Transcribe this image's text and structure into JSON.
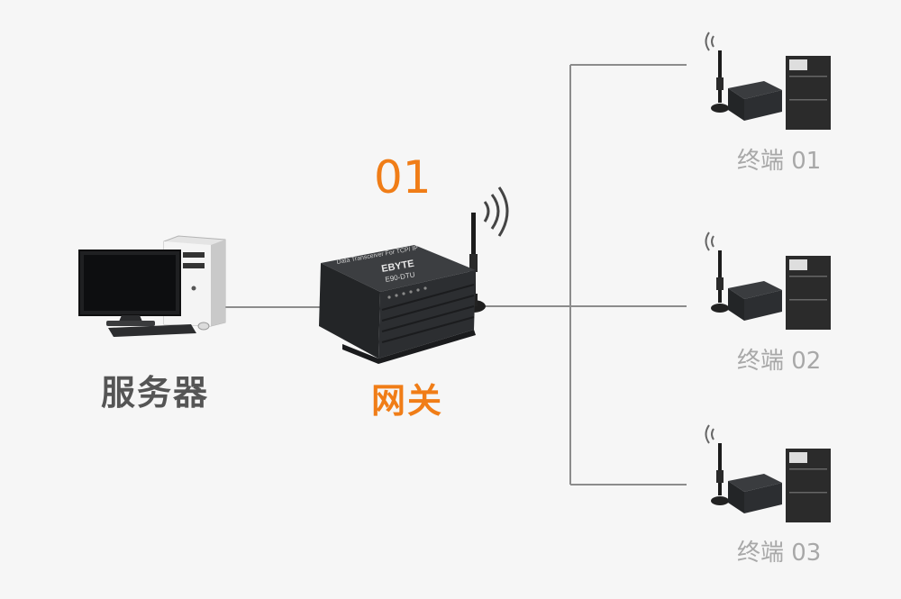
{
  "colors": {
    "background": "#f6f6f6",
    "line": "#8c8c8c",
    "gateway_accent": "#f07d17",
    "server_text": "#555555",
    "terminal_text": "#a8a8a8",
    "device_body": "#2f3133"
  },
  "server": {
    "label": "服务器"
  },
  "gateway": {
    "number": "01",
    "label": "网关",
    "device_brand": "EBYTE",
    "device_model": "E90-DTU",
    "device_caption": "Data Transceiver For TCP/ IP"
  },
  "terminals": [
    {
      "label": "终端 01"
    },
    {
      "label": "终端 02"
    },
    {
      "label": "终端 03"
    }
  ]
}
